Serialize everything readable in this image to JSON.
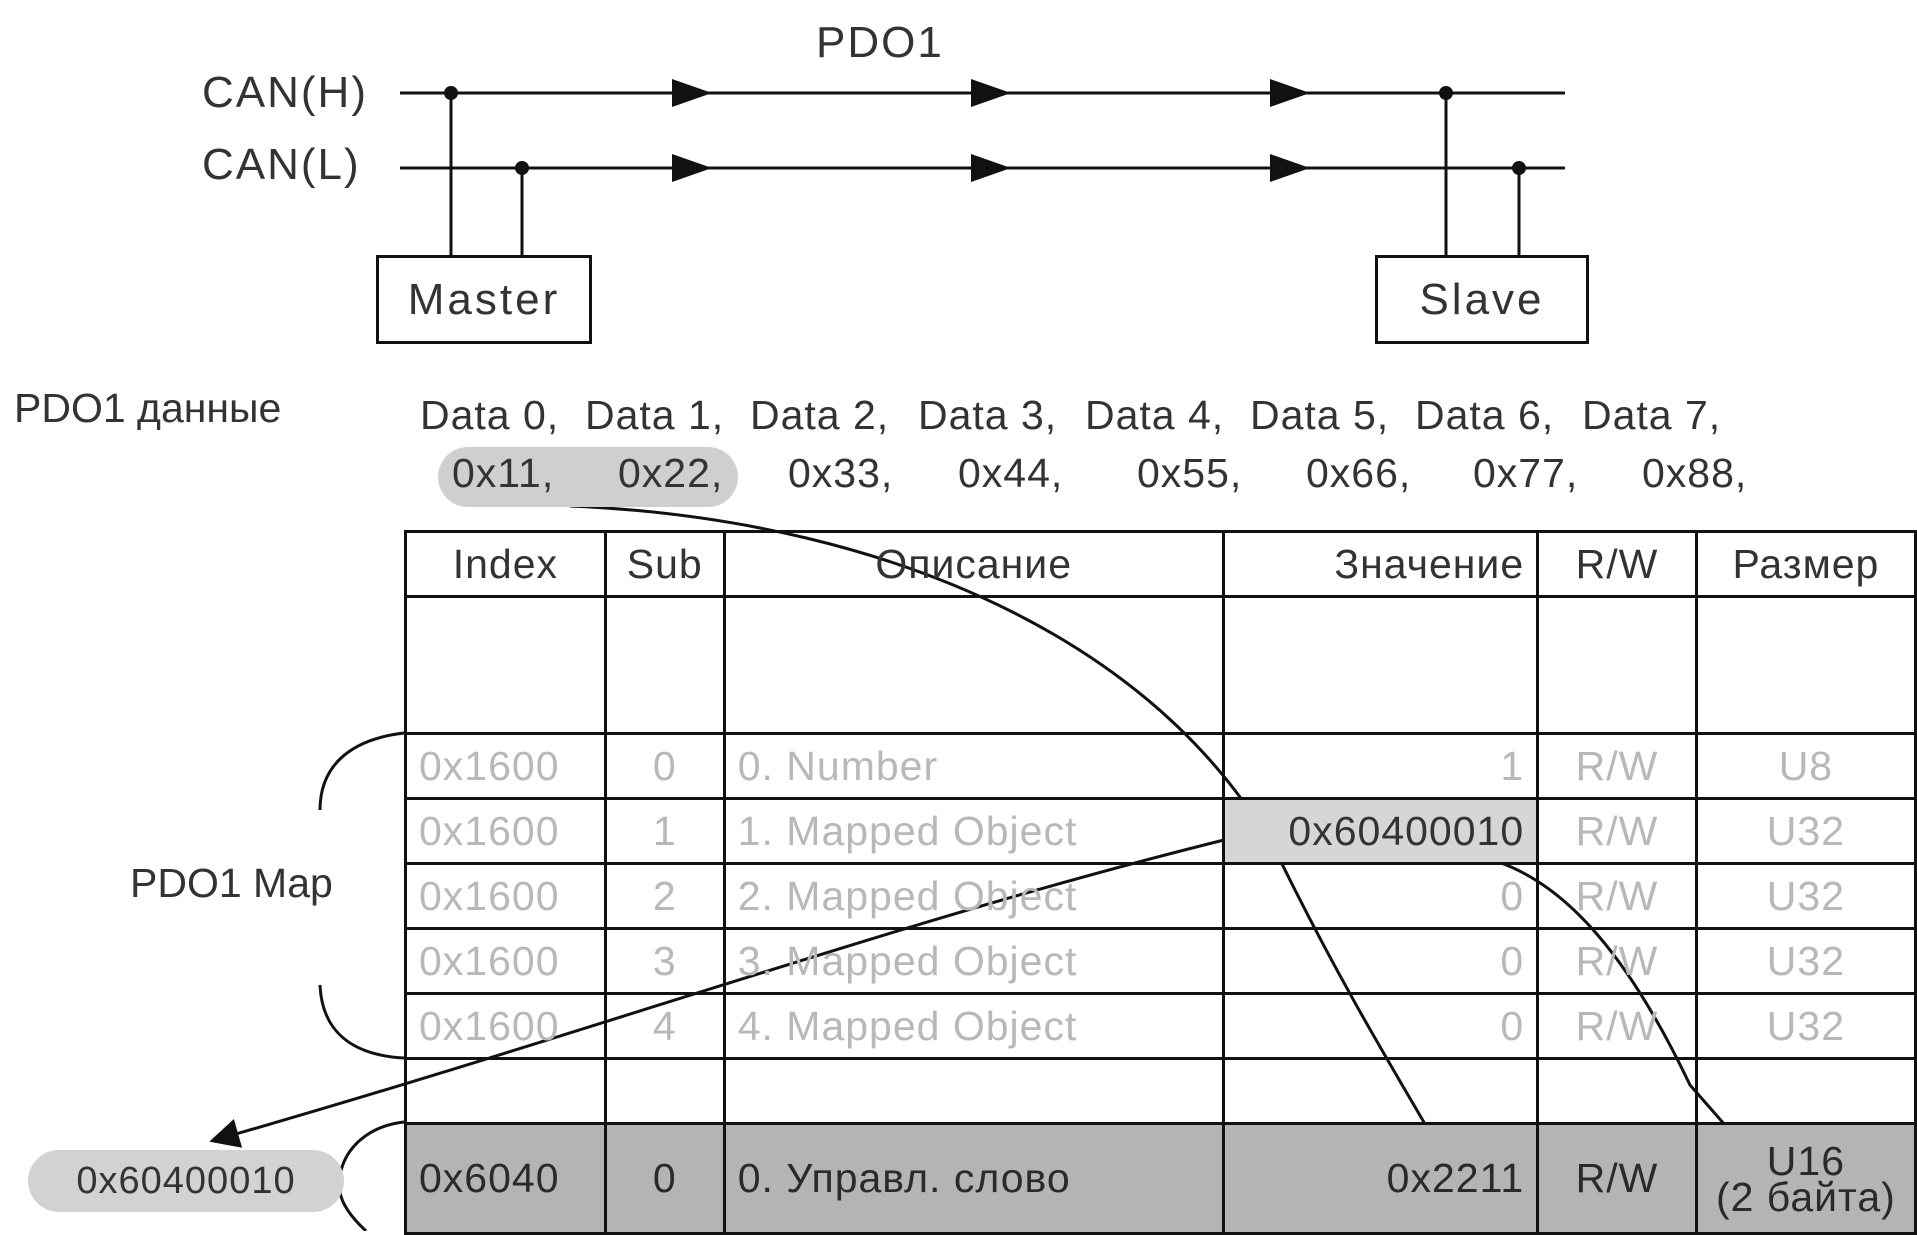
{
  "header": {
    "pdo_label": "PDO1",
    "can_high": "CAN(H)",
    "can_low": "CAN(L)",
    "master": "Master",
    "slave": "Slave"
  },
  "pdo_data": {
    "label": "PDO1 данные",
    "names": [
      "Data 0,",
      "Data 1,",
      "Data 2,",
      "Data 3,",
      "Data 4,",
      "Data 5,",
      "Data 6,",
      "Data 7,"
    ],
    "values": [
      "0x11,",
      "0x22,",
      "0x33,",
      "0x44,",
      "0x55,",
      "0x66,",
      "0x77,",
      "0x88,"
    ]
  },
  "table": {
    "headers": [
      "Index",
      "Sub",
      "Описание",
      "Значение",
      "R/W",
      "Размер"
    ],
    "map_rows": [
      [
        "0x1600",
        "0",
        "0. Number",
        "1",
        "R/W",
        "U8"
      ],
      [
        "0x1600",
        "1",
        "1. Mapped Object",
        "0x60400010",
        "R/W",
        "U32"
      ],
      [
        "0x1600",
        "2",
        "2. Mapped Object",
        "0",
        "R/W",
        "U32"
      ],
      [
        "0x1600",
        "3",
        "3. Mapped Object",
        "0",
        "R/W",
        "U32"
      ],
      [
        "0x1600",
        "4",
        "4. Mapped Object",
        "0",
        "R/W",
        "U32"
      ]
    ],
    "control_row": [
      "0x6040",
      "0",
      "0. Управл. слово",
      "0x2211",
      "R/W",
      "U16",
      "(2 байта)"
    ]
  },
  "pdo_map_label": "PDO1 Map",
  "mapped_value_callout": "0x60400010"
}
